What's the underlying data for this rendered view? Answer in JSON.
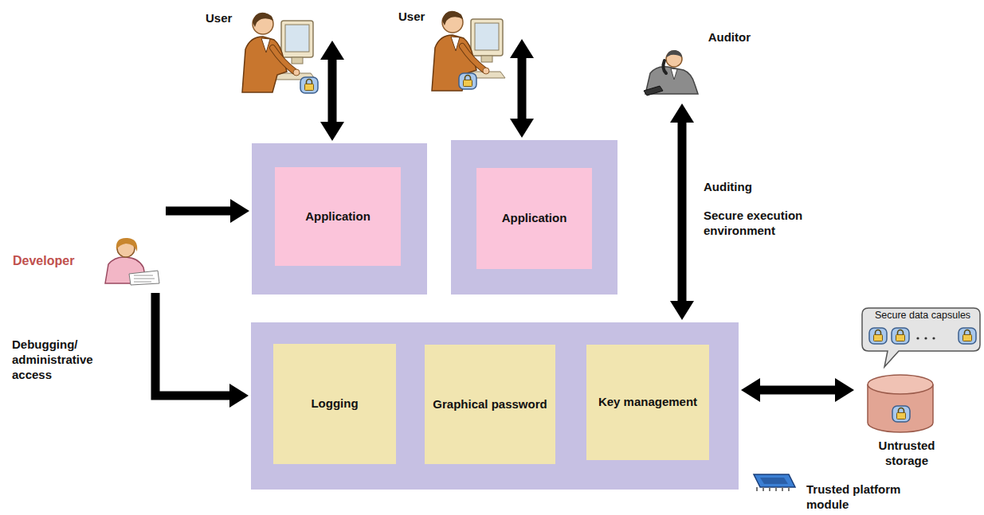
{
  "diagram": {
    "nodes": [
      {
        "text": [
          "User"
        ]
      },
      {
        "text": [
          "User"
        ]
      },
      {
        "text": [
          "Auditor"
        ]
      },
      {
        "text": []
      },
      {
        "text": [
          "Application"
        ],
        "in": 3
      },
      {
        "text": []
      },
      {
        "text": [
          "Application"
        ],
        "in": 5
      },
      {
        "text": [
          "Developer"
        ]
      },
      {
        "text": []
      },
      {
        "text": [
          "Logging"
        ],
        "in": 8
      },
      {
        "text": [
          "Graphical password"
        ],
        "in": 8
      },
      {
        "text": [
          "Key management"
        ],
        "in": 8
      },
      {
        "text": [
          "Secure data capsules"
        ]
      },
      {
        "text": [
          "Untrusted storage"
        ]
      }
    ],
    "edges": [
      {
        "from": 0,
        "to": 3,
        "arrow": "both"
      },
      {
        "from": 1,
        "to": 5,
        "arrow": "both"
      },
      {
        "from": 2,
        "to": 8,
        "arrow": "both"
      },
      {
        "from": 7,
        "to": 3,
        "arrow": "to"
      },
      {
        "from": 7,
        "to": 8,
        "arrow": "to",
        "label": "Debugging/ administrative access"
      },
      {
        "from": 8,
        "to": 13,
        "arrow": "both"
      }
    ],
    "labels": [
      "Auditing",
      "Secure execution environment",
      "Trusted platform module"
    ]
  }
}
